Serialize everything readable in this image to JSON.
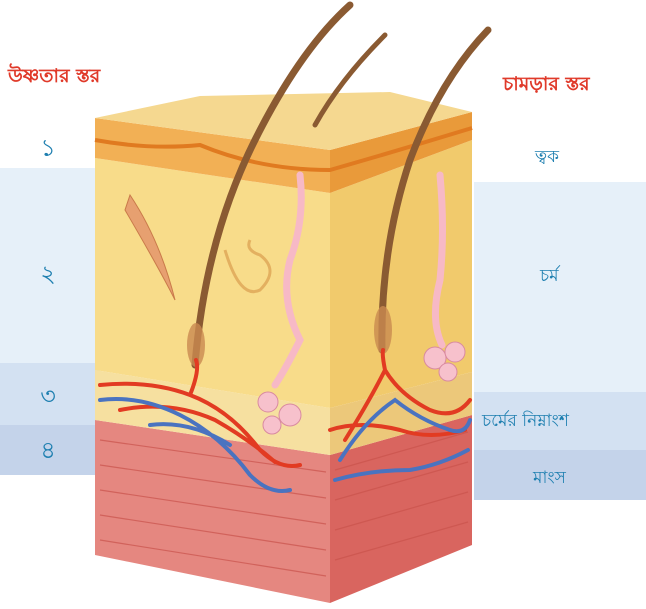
{
  "titles": {
    "heat_layers": "উষ্ণতার স্তর",
    "skin_layers": "চামড়ার স্তর"
  },
  "layers": [
    {
      "number": "১",
      "name": "ত্বক",
      "band_color": "#ffffff"
    },
    {
      "number": "২",
      "name": "চর্ম",
      "band_color": "#e6f0f9"
    },
    {
      "number": "৩",
      "name": "চর্মের নিম্নাংশ",
      "band_color": "#d3e1f2"
    },
    {
      "number": "৪",
      "name": "মাংস",
      "band_color": "#c4d3ea"
    }
  ],
  "colors": {
    "title": "#e03a2a",
    "label": "#1e7fb0",
    "epidermis": "#f0a040",
    "dermis": "#f6d77e",
    "fat": "#f3cf78",
    "muscle": "#e07c78",
    "hair": "#8a5a32",
    "artery": "#e23b22",
    "vein": "#4a73c0"
  }
}
